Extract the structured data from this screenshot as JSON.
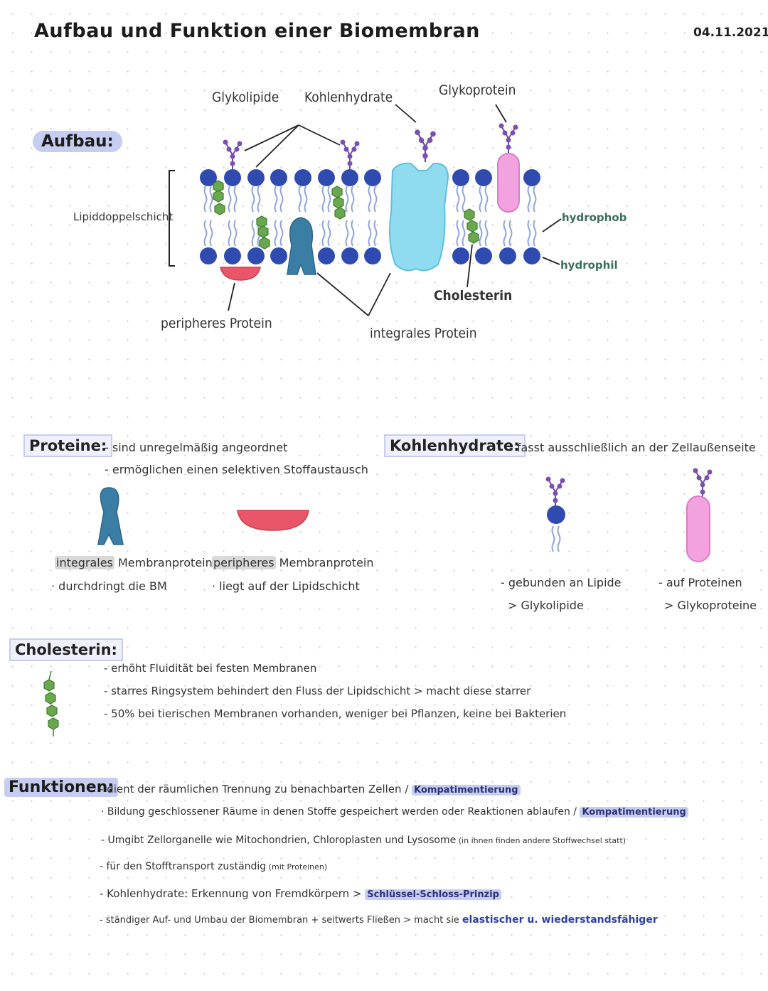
{
  "header": {
    "title": "Aufbau und Funktion einer Biomembran",
    "date": "04.11.2021"
  },
  "aufbau": {
    "heading": "Aufbau:",
    "labels": {
      "glykolipide": "Glykolipide",
      "kohlenhydrate": "Kohlenhydrate",
      "glykoprotein": "Glykoprotein",
      "lipiddoppelschicht": "Lipiddoppelschicht",
      "hydrophob": "hydrophob",
      "hydrophil": "hydrophil",
      "cholesterin": "Cholesterin",
      "peripheres_protein": "peripheres Protein",
      "integrales_protein": "integrales Protein"
    }
  },
  "proteine": {
    "heading": "Proteine:",
    "points": [
      "- sind unregelmäßig angeordnet",
      "- ermöglichen einen selektiven Stoffaustausch"
    ],
    "integral": {
      "term": "integrales",
      "rest": " Membranprotein",
      "desc": "· durchdringt die BM"
    },
    "peripheral": {
      "term": "peripheres",
      "rest": " Membranprotein",
      "desc": "· liegt auf der Lipidschicht"
    }
  },
  "kohlenhydrate": {
    "heading": "Kohlenhydrate:",
    "point": "- fasst ausschließlich an der Zellaußenseite",
    "lipid_a": "- gebunden an Lipide",
    "lipid_b": "> Glykolipide",
    "protein_a": "- auf Proteinen",
    "protein_b": "> Glykoproteine"
  },
  "cholesterin": {
    "heading": "Cholesterin:",
    "points": [
      "- erhöht Fluidität bei festen Membranen",
      "- starres Ringsystem behindert den Fluss der Lipidschicht > macht diese starrer",
      "- 50% bei tierischen Membranen vorhanden, weniger bei Pflanzen, keine bei Bakterien"
    ]
  },
  "funktionen": {
    "heading": "Funktionen:",
    "items": [
      {
        "text": "- dient der räumlichen Trennung zu benachbarten Zellen",
        "sep": " / ",
        "tag": "Kompatimentierung"
      },
      {
        "text": "· Bildung geschlossener Räume in denen Stoffe gespeichert werden oder Reaktionen ablaufen",
        "sep": " / ",
        "tag": "Kompatimentierung"
      },
      {
        "text": "- Umgibt Zellorganelle wie Mitochondrien, Chloroplasten und Lysosome",
        "small": " (in ihnen finden andere Stoffwechsel statt)"
      },
      {
        "text": "- für den Stofftransport zuständig",
        "small": " (mit Proteinen)"
      },
      {
        "text": "- Kohlenhydrate: Erkennung von Fremdkörpern",
        "sep": " > ",
        "tag": "Schlüssel-Schloss-Prinzip"
      },
      {
        "text": "- ständiger Auf- und Umbau der Biomembran + seitwerts Fließen > macht sie",
        "blue": "elastischer u. wiederstandsfähiger"
      }
    ]
  },
  "colors": {
    "head": "#2f4bb0",
    "integral": "#3a7ea6",
    "peripheral": "#e9566a",
    "channel": "#8fdcf1",
    "glycoprotein": "#f2a3df",
    "cholesterol": "#6aa84f",
    "sugar": "#7a4fb0"
  }
}
